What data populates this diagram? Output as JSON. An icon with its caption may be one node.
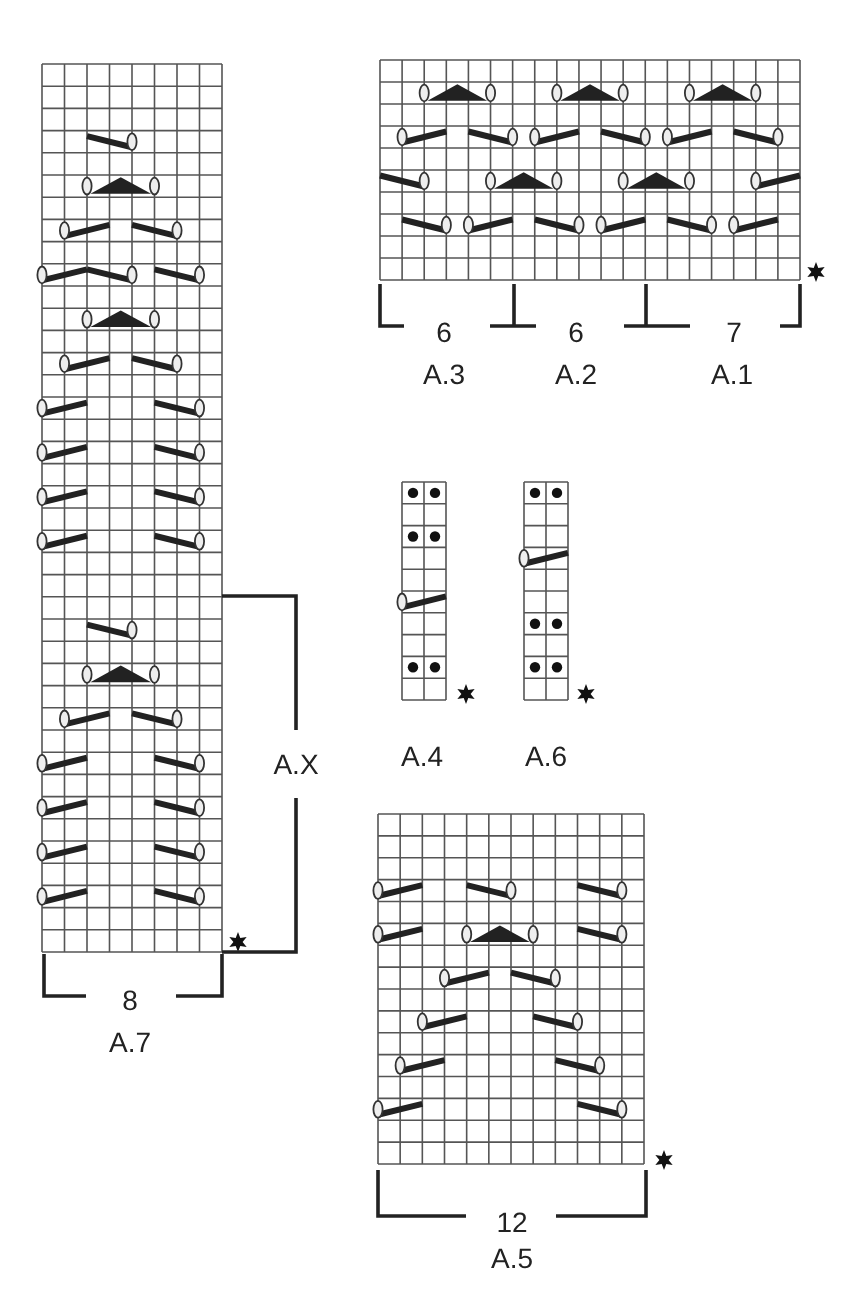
{
  "diagram": {
    "labels": [
      "6",
      "6",
      "7",
      "A.3",
      "A.2",
      "A.1",
      "A.X",
      "A.4",
      "A.6",
      "8",
      "A.7",
      "12",
      "A.5"
    ]
  }
}
